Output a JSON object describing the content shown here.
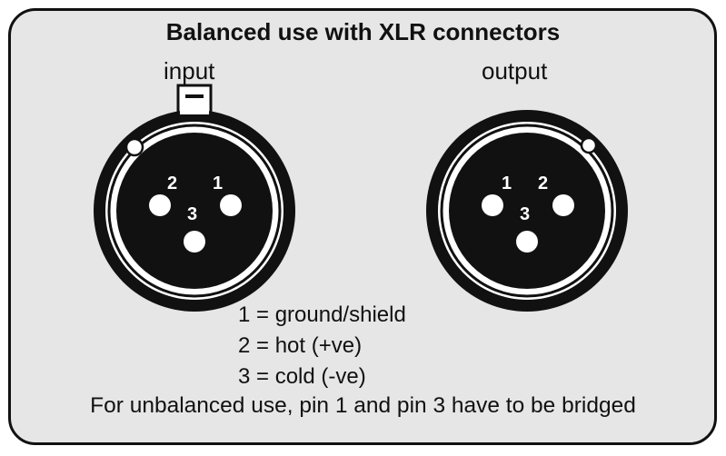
{
  "title": "Balanced use with XLR connectors",
  "connectors": {
    "input": {
      "label": "input",
      "pins": [
        "2",
        "1",
        "3"
      ]
    },
    "output": {
      "label": "output",
      "pins": [
        "1",
        "2",
        "3"
      ]
    }
  },
  "legend": [
    "1 = ground/shield",
    "2 = hot (+ve)",
    "3 = cold (-ve)"
  ],
  "note": "For unbalanced use, pin 1 and pin 3 have to be bridged",
  "colors": {
    "panel": "#e6e6e6",
    "outline": "#111111",
    "pin": "#ffffff"
  }
}
